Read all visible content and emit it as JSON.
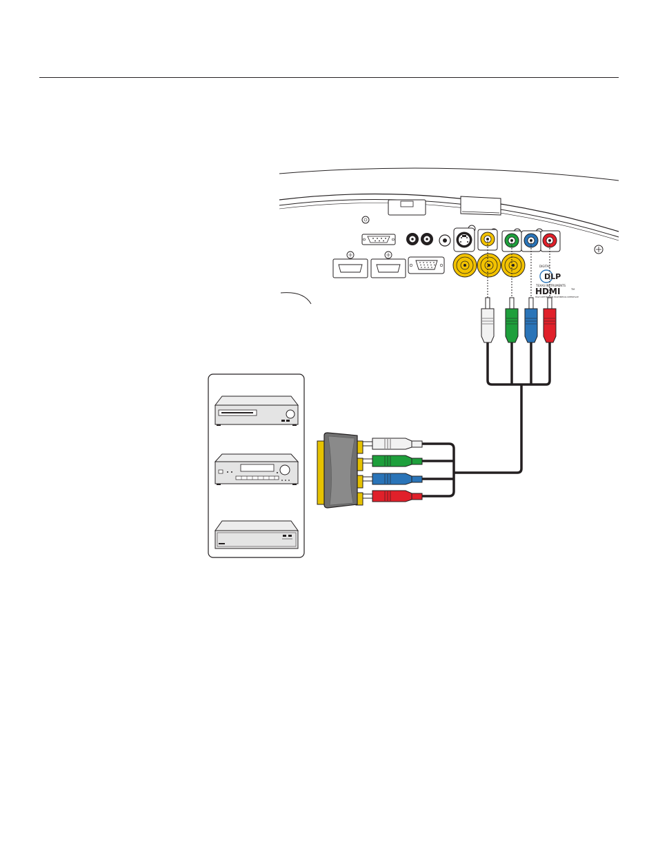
{
  "logos": {
    "dlp": {
      "mark": "DLP",
      "top_text": "DIGITAL",
      "tagline": "TEXAS INSTRUMENTS"
    },
    "hdmi": {
      "mark": "HDMI",
      "tm": "TM",
      "tagline": "HIGH-DEFINITION MULTIMEDIA INTERFACE"
    }
  },
  "colors": {
    "outline": "#231f20",
    "panel_fill": "#f7f6f1",
    "jack_yellow": "#f2c200",
    "jack_gold": "#e6c200",
    "cable_white": "#f2f2f2",
    "cable_green": "#1e9f3c",
    "cable_blue": "#2a74b8",
    "cable_red": "#e0202a",
    "scart_body": "#707070",
    "device_fill": "#e4e4e4"
  },
  "icons": {
    "projector_panel": "projector-rear-panel",
    "scart_adapter": "scart-adapter-icon",
    "devices": [
      "dvd-player-icon",
      "av-receiver-icon",
      "set-top-box-icon"
    ]
  }
}
